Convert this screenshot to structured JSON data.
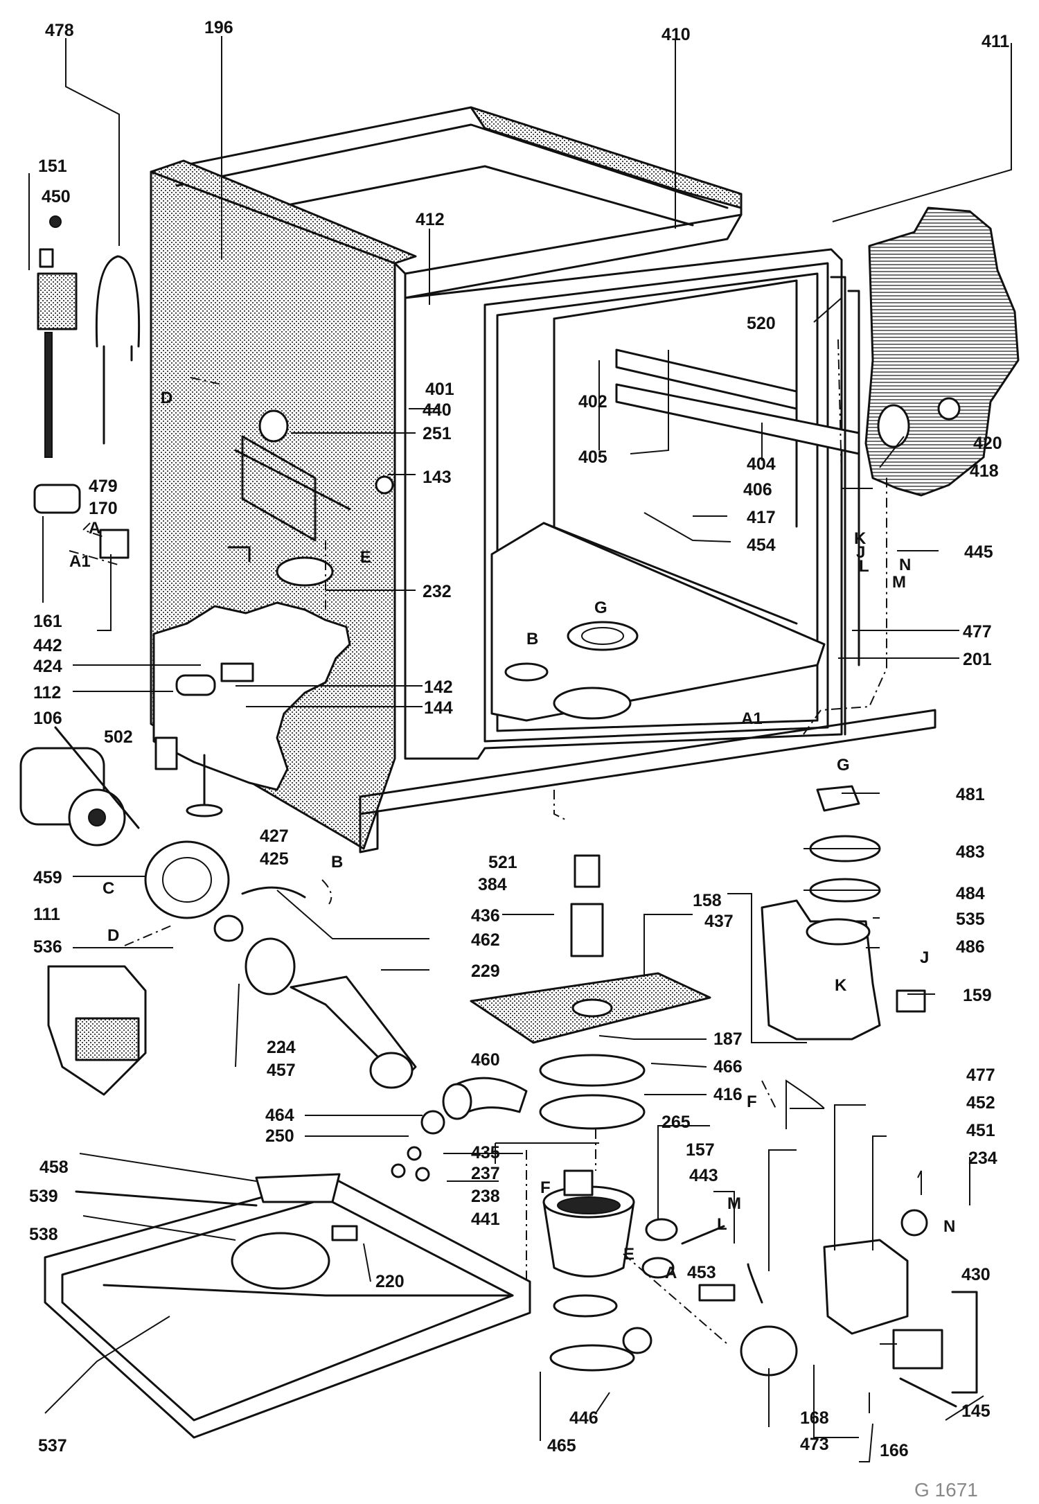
{
  "diagram": {
    "labels": {
      "l478": "478",
      "l196": "196",
      "l410": "410",
      "l411": "411",
      "l151": "151",
      "l450": "450",
      "l412": "412",
      "l520": "520",
      "l420": "420",
      "l401": "401",
      "l440": "440",
      "l251": "251",
      "l402": "402",
      "l405": "405",
      "l404": "404",
      "l418": "418",
      "l479": "479",
      "l170": "170",
      "l143": "143",
      "l406": "406",
      "l417": "417",
      "l454": "454",
      "l445": "445",
      "l232": "232",
      "l161": "161",
      "l442": "442",
      "l477a": "477",
      "l201": "201",
      "l424": "424",
      "l112": "112",
      "l142": "142",
      "l144": "144",
      "l106": "106",
      "l502": "502",
      "l427": "427",
      "l425": "425",
      "l481": "481",
      "l459": "459",
      "l521": "521",
      "l483": "483",
      "l111": "111",
      "l384": "384",
      "l484": "484",
      "l436": "436",
      "l158": "158",
      "l535": "535",
      "l462": "462",
      "l437": "437",
      "l536": "536",
      "l486": "486",
      "l229": "229",
      "l159": "159",
      "l224": "224",
      "l457": "457",
      "l187": "187",
      "l466": "466",
      "l460": "460",
      "l477b": "477",
      "l416": "416",
      "l452": "452",
      "l464": "464",
      "l265": "265",
      "l451": "451",
      "l250": "250",
      "l435": "435",
      "l157": "157",
      "l234": "234",
      "l237": "237",
      "l458": "458",
      "l443": "443",
      "l238": "238",
      "l539": "539",
      "l441": "441",
      "l538": "538",
      "l220": "220",
      "l453": "453",
      "l430": "430",
      "l446": "446",
      "l168": "168",
      "l145": "145",
      "l537": "537",
      "l465": "465",
      "l473": "473",
      "l166": "166"
    },
    "letters": {
      "D1": "D",
      "A": "A",
      "A1": "A1",
      "E1": "E",
      "G1": "G",
      "B1": "B",
      "K1": "K",
      "J1": "J",
      "L1": "L",
      "N1": "N",
      "M1": "M",
      "A1b": "A1",
      "G2": "G",
      "B2": "B",
      "C": "C",
      "D2": "D",
      "J2": "J",
      "K2": "K",
      "F1": "F",
      "F2": "F",
      "M2": "M",
      "L2": "L",
      "E2": "E",
      "A2": "A",
      "N2": "N"
    },
    "drawing_code": "G 1671"
  }
}
